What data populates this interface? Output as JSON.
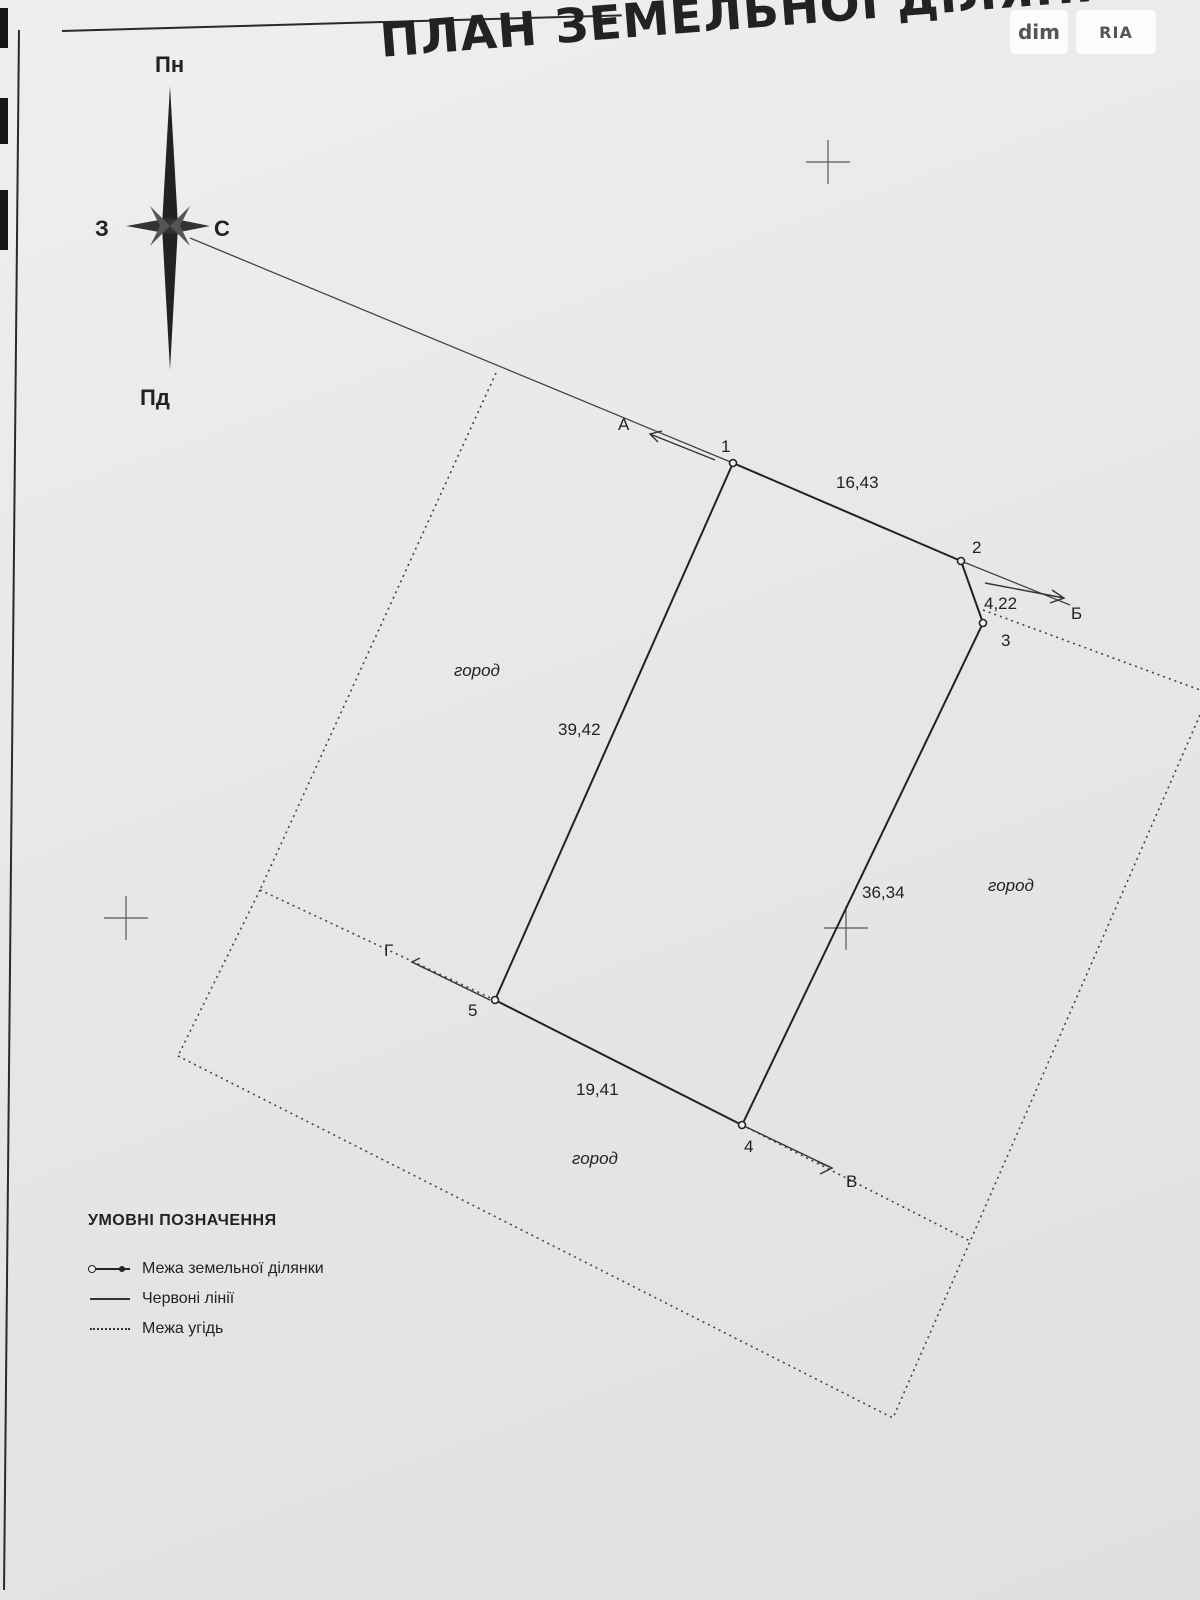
{
  "title": "ПЛАН ЗЕМЕЛЬНОЇ ДІЛЯНКИ",
  "watermark": {
    "left": "dim",
    "right": "RIA"
  },
  "compass": {
    "north": "Пн",
    "south": "Пд",
    "west": "З",
    "east": "С"
  },
  "points": [
    {
      "id": "1",
      "label": "1"
    },
    {
      "id": "2",
      "label": "2"
    },
    {
      "id": "3",
      "label": "3"
    },
    {
      "id": "4",
      "label": "4"
    },
    {
      "id": "5",
      "label": "5"
    }
  ],
  "segments": [
    {
      "from": "1",
      "to": "2",
      "length": "16,43"
    },
    {
      "from": "2",
      "to": "3",
      "length": "4,22"
    },
    {
      "from": "3",
      "to": "4",
      "length": "36,34"
    },
    {
      "from": "4",
      "to": "5",
      "length": "19,41"
    },
    {
      "from": "5",
      "to": "1",
      "length": "39,42"
    }
  ],
  "neighbors": {
    "a": "А",
    "b": "Б",
    "v": "В",
    "g": "Г"
  },
  "land_labels": [
    "город",
    "город",
    "город"
  ],
  "legend": {
    "title": "УМОВНІ ПОЗНАЧЕННЯ",
    "items": [
      {
        "symbol": "boundary",
        "label": "Межа земельної ділянки"
      },
      {
        "symbol": "red-line",
        "label": "Червоні лінії"
      },
      {
        "symbol": "dotted",
        "label": "Межа угідь"
      }
    ]
  }
}
